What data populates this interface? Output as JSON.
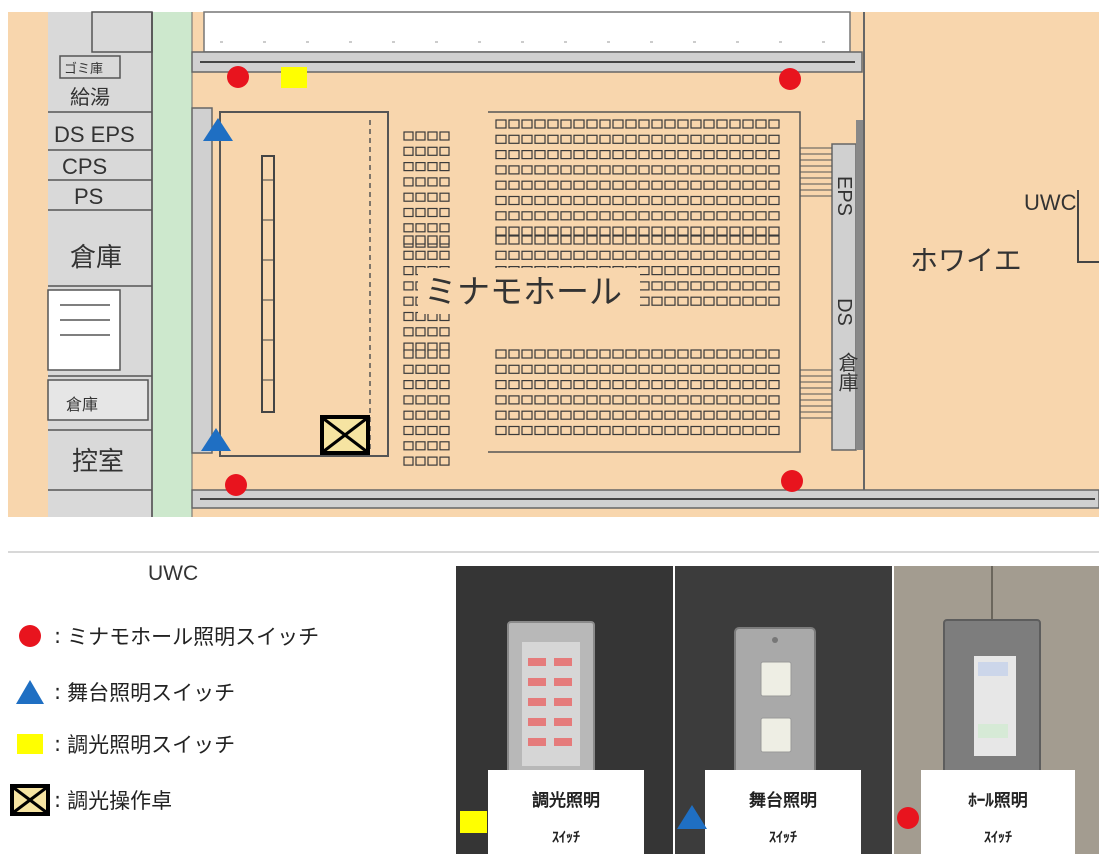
{
  "floorplan": {
    "rooms": {
      "gomi": "ゴミ庫",
      "kyuto": "給湯",
      "ds_eps": "DS EPS",
      "cps": "CPS",
      "ps": "PS",
      "soko_left": "倉庫",
      "soko_small": "倉庫",
      "hikae": "控室",
      "hall": "ミナモホール",
      "eps_right": "EPS",
      "ds_right": "DS",
      "soko_right": "倉庫",
      "foyer": "ホワイエ",
      "uwc_right": "UWC",
      "uwc_bottom": "UWC"
    },
    "colors": {
      "floor": "#f8d6ad",
      "corridor": "#cde8cd",
      "room_gray": "#d6d6d6",
      "wall": "#707070"
    }
  },
  "markers": {
    "hall_switch_color": "#e8141e",
    "stage_switch_color": "#1f6fc3",
    "dimmer_switch_color": "#ffff00"
  },
  "legend": [
    {
      "symbol": "red-circle",
      "colon": ":",
      "label": "ミナモホール照明スイッチ"
    },
    {
      "symbol": "blue-triangle",
      "colon": ":",
      "label": "舞台照明スイッチ"
    },
    {
      "symbol": "yellow-square",
      "colon": ":",
      "label": "調光照明スイッチ"
    },
    {
      "symbol": "console-box",
      "colon": ":",
      "label": "調光操作卓"
    }
  ],
  "photos": [
    {
      "line1": "調光照明",
      "line2": "ｽｲｯﾁ",
      "marker": "yellow-square"
    },
    {
      "line1": "舞台照明",
      "line2": "ｽｲｯﾁ",
      "marker": "blue-triangle"
    },
    {
      "line1": "ﾎｰﾙ照明",
      "line2": "ｽｲｯﾁ",
      "marker": "red-circle"
    }
  ]
}
